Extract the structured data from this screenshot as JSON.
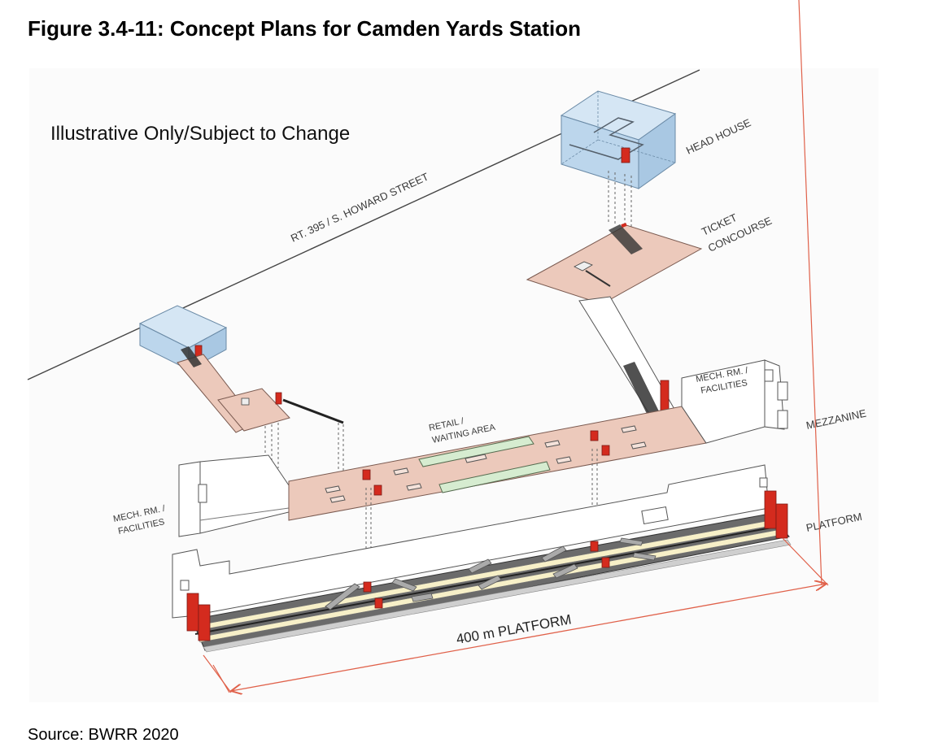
{
  "figure": {
    "title": "Figure 3.4-11: Concept Plans for Camden Yards Station",
    "source": "Source: BWRR 2020"
  },
  "diagram": {
    "note": "Illustrative Only/Subject to Change",
    "labels": {
      "street": "RT. 395 / S. HOWARD STREET",
      "head_house": "HEAD HOUSE",
      "ticket_1": "TICKET",
      "ticket_2": "CONCOURSE",
      "mech_right_1": "MECH. RM. /",
      "mech_right_2": "FACILITIES",
      "mezzanine": "MEZZANINE",
      "retail_1": "RETAIL /",
      "retail_2": "WAITING AREA",
      "mech_left_1": "MECH. RM. /",
      "mech_left_2": "FACILITIES",
      "platform": "PLATFORM",
      "platform_length": "400 m PLATFORM"
    },
    "colors": {
      "concourse_fill": "#ecc9bb",
      "glass_fill": "#bcd6ec",
      "elevator": "#d42b1e",
      "platform_yellow": "#f7f0c8",
      "retail_green": "#d6ecd0",
      "dimension": "#e0614a"
    }
  }
}
